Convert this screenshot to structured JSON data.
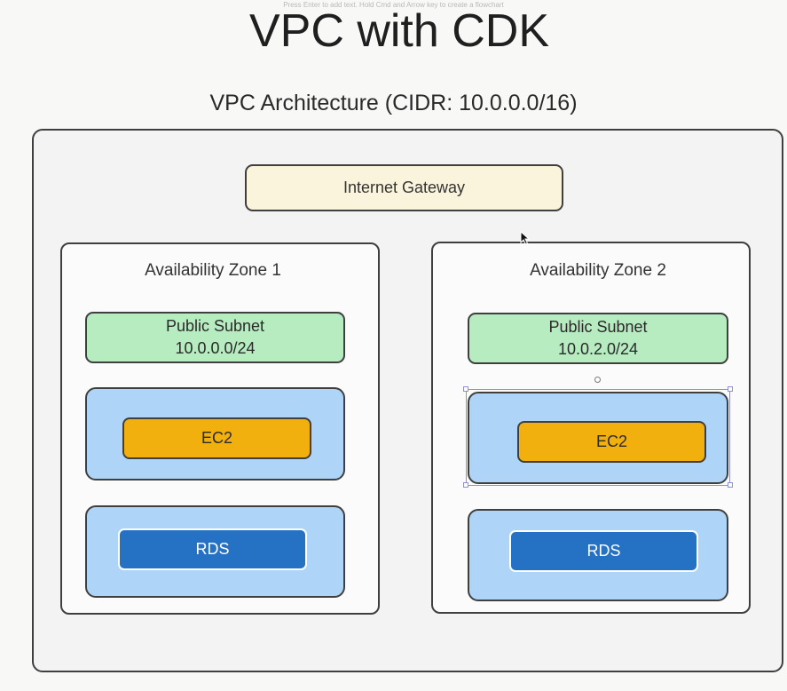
{
  "hint": "Press Enter to add text. Hold Cmd and Arrow key to create a flowchart",
  "title": "VPC with CDK",
  "subtitle": "VPC Architecture (CIDR: 10.0.0.0/16)",
  "gateway": {
    "label": "Internet Gateway"
  },
  "zones": [
    {
      "name": "Availability Zone 1",
      "subnet": {
        "label": "Public Subnet",
        "cidr": "10.0.0.0/24"
      },
      "compute": "EC2",
      "database": "RDS"
    },
    {
      "name": "Availability Zone 2",
      "subnet": {
        "label": "Public Subnet",
        "cidr": "10.0.2.0/24"
      },
      "compute": "EC2",
      "database": "RDS"
    }
  ],
  "colors": {
    "gateway_fill": "#fbf4dc",
    "subnet_fill": "#b6ecc0",
    "tier_fill": "#aed5f7",
    "ec2_fill": "#f1b00e",
    "rds_fill": "#2571c4",
    "selection": "#8c8fd9"
  }
}
